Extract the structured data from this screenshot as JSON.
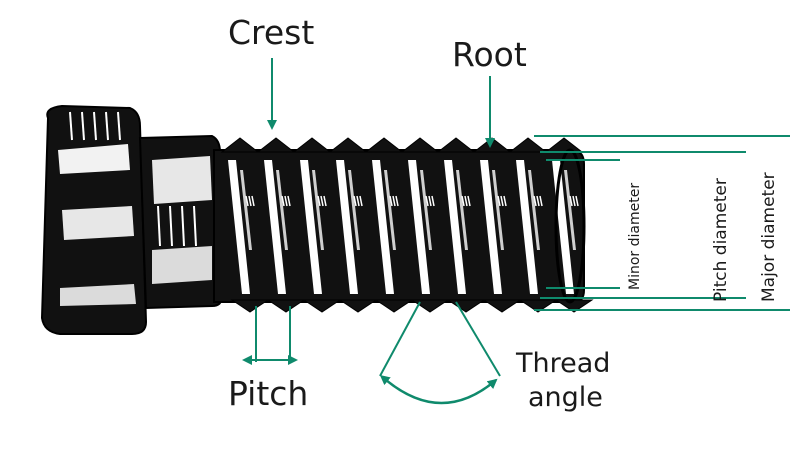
{
  "labels": {
    "crest": "Crest",
    "root": "Root",
    "pitch": "Pitch",
    "thread_angle_line1": "Thread",
    "thread_angle_line2": "angle",
    "minor_diameter": "Minor diameter",
    "pitch_diameter": "Pitch diameter",
    "major_diameter": "Major diameter"
  },
  "colors": {
    "accent": "#0f8a6c",
    "ink": "#111111",
    "background": "#ffffff"
  }
}
